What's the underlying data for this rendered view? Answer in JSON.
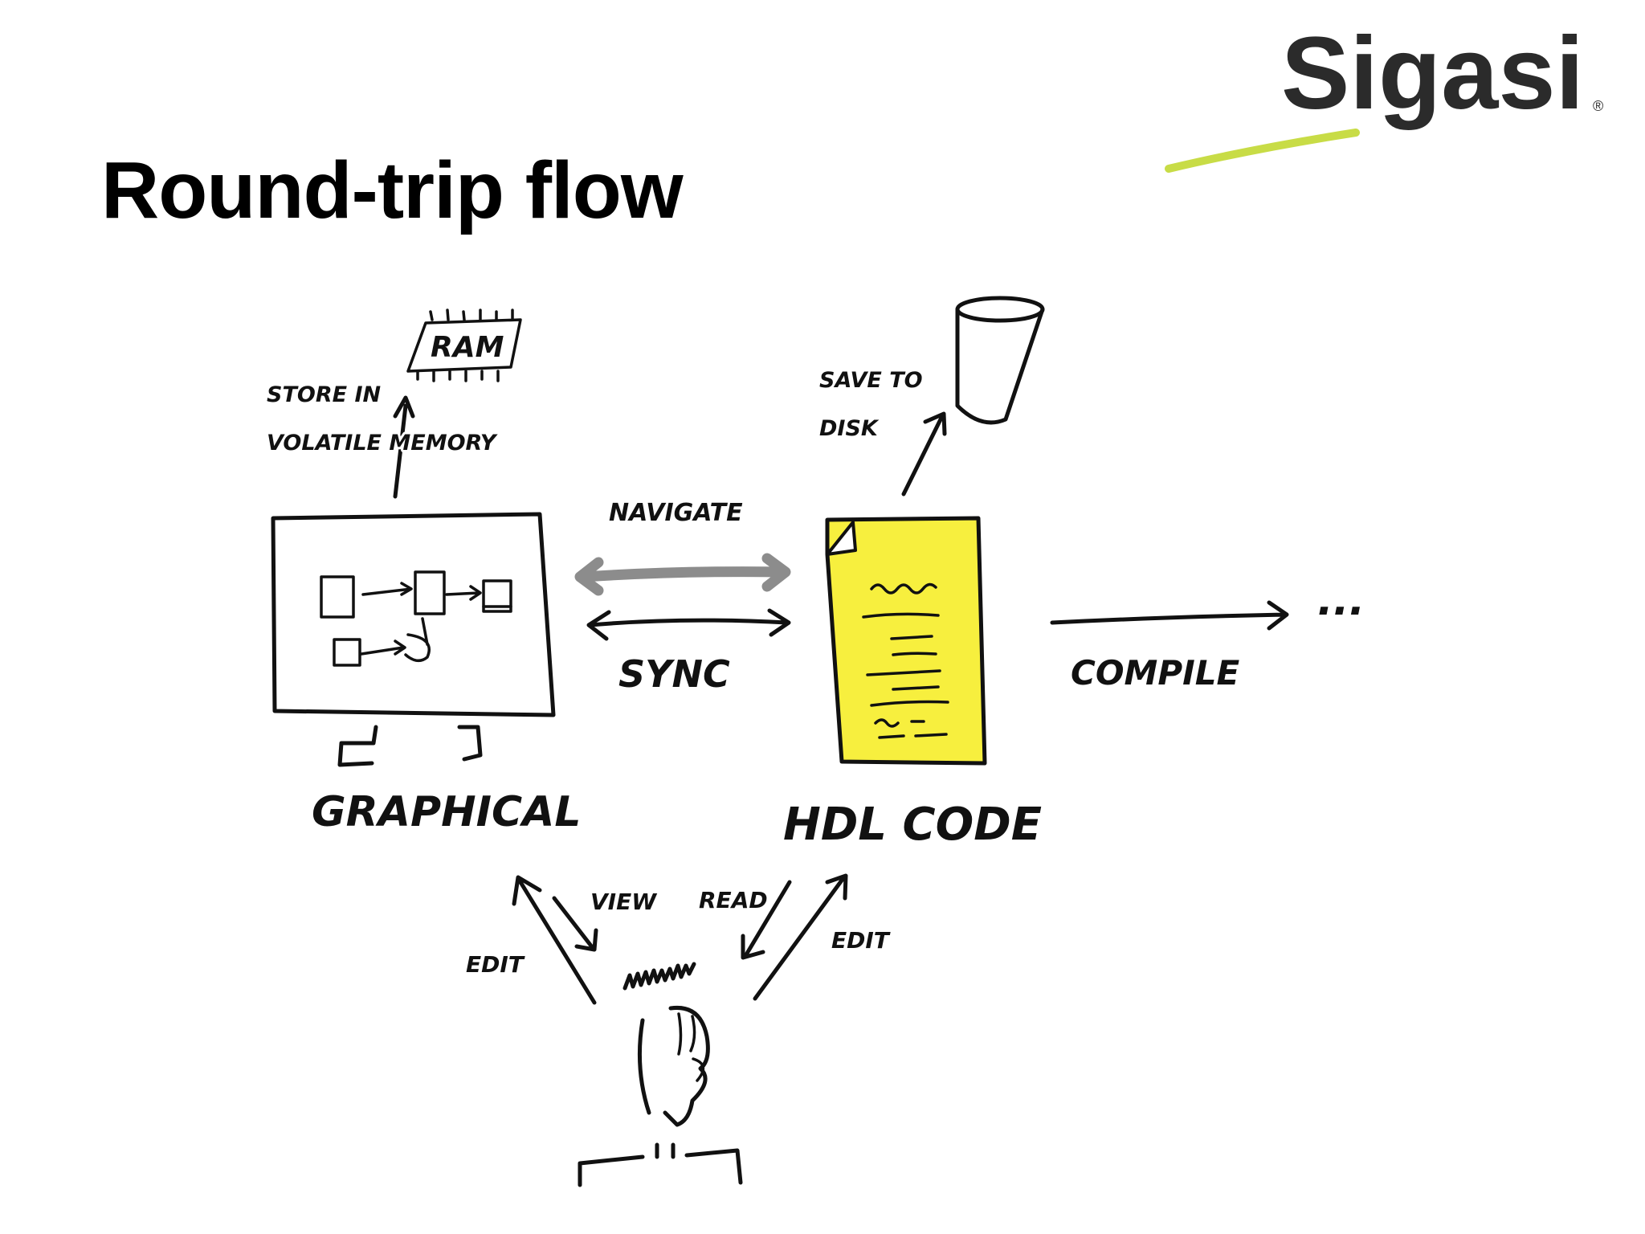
{
  "slide": {
    "title": "Round-trip flow"
  },
  "logo": {
    "text": "Sigasi",
    "registered": "®",
    "text_color": "#2b2b2b",
    "swoosh_color": "#c8dc46"
  },
  "diagram": {
    "ram_label": "RAM",
    "store_line1": "STORE IN",
    "store_line2": "VOLATILE MEMORY",
    "save_line1": "SAVE TO",
    "save_line2": "DISK",
    "navigate": "NAVIGATE",
    "sync": "SYNC",
    "compile": "COMPILE",
    "ellipsis": "...",
    "graphical": "GRAPHICAL",
    "hdl_code": "HDL CODE",
    "view": "VIEW",
    "read": "READ",
    "edit_left": "EDIT",
    "edit_right": "EDIT",
    "colors": {
      "ink": "#111111",
      "navigate_arrow": "#8c8c8c",
      "document_fill": "#f7ef3e"
    }
  }
}
